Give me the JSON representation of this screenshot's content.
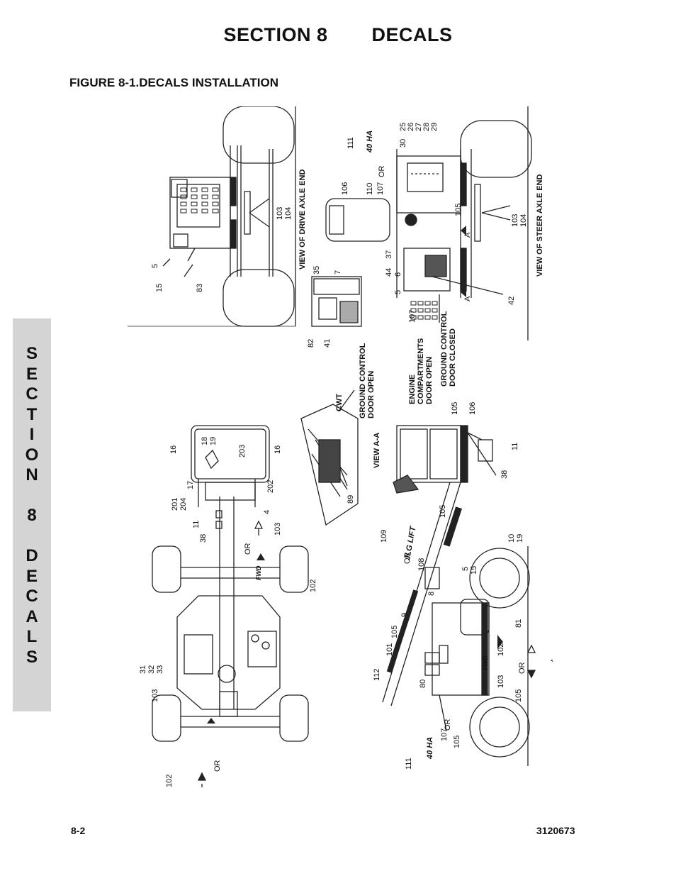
{
  "header": {
    "section": "SECTION 8",
    "title": "DECALS"
  },
  "figure_caption": "FIGURE 8-1.DECALS INSTALLATION",
  "side_tab": [
    "S",
    "E",
    "C",
    "T",
    "I",
    "O",
    "N",
    "",
    "8",
    "",
    "D",
    "E",
    "C",
    "A",
    "L",
    "S"
  ],
  "diagram": {
    "view_labels": {
      "drive_axle": "VIEW OF DRIVE AXLE END",
      "steer_axle": "VIEW OF STEER AXLE END",
      "view_aa": "VIEW A-A",
      "ground_control_open": [
        "GROUND CONTROL",
        "DOOR OPEN"
      ],
      "engine_open": [
        "ENGINE",
        "COMPARTMENTS",
        "DOOR OPEN"
      ],
      "ground_control_closed": [
        "GROUND CONTROL",
        "DOOR CLOSED"
      ],
      "cwt": "CWT"
    },
    "callouts": {
      "drive": [
        "5",
        "15",
        "83",
        "103",
        "104"
      ],
      "steer": [
        "25",
        "26",
        "27",
        "28",
        "29",
        "30",
        "111",
        "106",
        "110",
        "107",
        "37",
        "105",
        "44",
        "6",
        "5",
        "42",
        "103",
        "104",
        "107"
      ],
      "panel": [
        "35",
        "7",
        "82",
        "41"
      ],
      "top": [
        "16",
        "18",
        "19",
        "203",
        "17",
        "201",
        "204",
        "202",
        "16",
        "11",
        "38",
        "4",
        "103",
        "102",
        "31",
        "32",
        "33",
        "103",
        "102",
        "4"
      ],
      "aa": [
        "89",
        "105",
        "106",
        "11",
        "38"
      ],
      "side": [
        "109",
        "10",
        "19",
        "105",
        "108",
        "5",
        "15",
        "8",
        "9",
        "105",
        "81",
        "101",
        "102",
        "103",
        "4",
        "112",
        "80",
        "105",
        "107",
        "105",
        "111"
      ],
      "or_marks": [
        "OR",
        "OR",
        "OR",
        "OR",
        "OR",
        "OR",
        "OR"
      ],
      "a_marks": [
        "A",
        "A"
      ]
    },
    "decal_text": {
      "jlg_lift": "JLG LIFT",
      "forty_ha": "40 HA",
      "fwd": "FWD"
    }
  },
  "footer": {
    "page": "8-2",
    "doc_number": "3120673"
  }
}
